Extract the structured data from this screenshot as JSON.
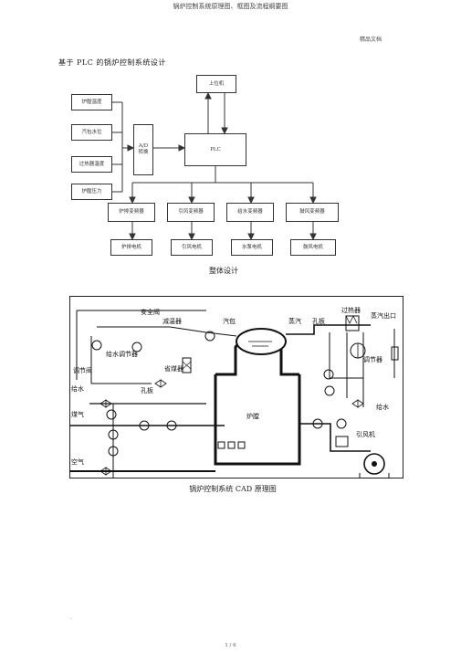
{
  "header": {
    "title": "锅炉控制系统原理图、框图及流程纲要图"
  },
  "tag": "精品文档",
  "section_title": "基于 PLC 的锅炉控制系统设计",
  "block_diagram": {
    "top_box": "上位机",
    "inputs": [
      "炉膛温度",
      "汽包水位",
      "过热器温度",
      "炉膛压力"
    ],
    "ad_box": [
      "A/D",
      "转换"
    ],
    "plc_box": "PLC",
    "drives": [
      "炉排变频器",
      "引风变频器",
      "给水变频器",
      "鼓风变频器"
    ],
    "motors": [
      "炉排电机",
      "引风电机",
      "水泵电机",
      "鼓风电机"
    ],
    "caption": "整体设计"
  },
  "cad_diagram": {
    "labels": {
      "steam_drum_device": "安全阀",
      "desuperheater": "减温器",
      "drum": "汽包",
      "main_steam": "蒸汽",
      "flowmeter": "孔板",
      "superheater": "过热器",
      "steam_outlet": "蒸汽出口",
      "regulator": "调节器",
      "feedwater_reg": "给水调节器",
      "economizer": "省煤器",
      "water_valve": "调节阀",
      "feedwater": "给水",
      "fuel": "煤气",
      "furnace": "炉膛",
      "induced_fan": "引风机",
      "air": "空气",
      "orifice": "孔板",
      "pump": "给水"
    },
    "caption": "锅炉控制系统  CAD  原理图"
  },
  "footer": {
    "page": "1 / 6"
  },
  "bottom_mark": "."
}
